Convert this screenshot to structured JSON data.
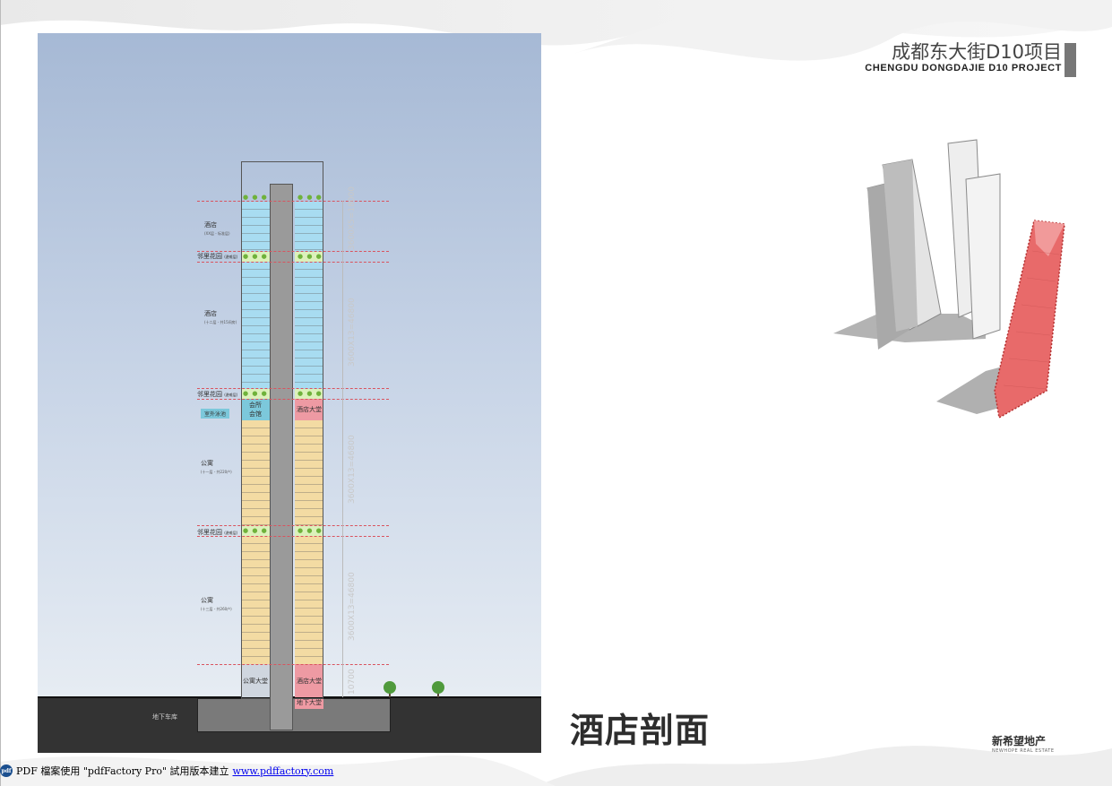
{
  "header": {
    "project_cn": "成都东大街D10项目",
    "project_en": "CHENGDU DONGDAJIE D10 PROJECT"
  },
  "section": {
    "labels": {
      "hotel_upper": "酒店",
      "hotel_upper_note": "(XX层 - 标准层)",
      "sky_garden_1": "邻里花园",
      "sky_garden_1_note": "(避难层)",
      "hotel_mid": "酒店",
      "hotel_mid_note": "(十二层 - 共15间房)",
      "sky_garden_2": "邻里花园",
      "sky_garden_2_note": "(避难层)",
      "pool": "室外泳池",
      "club": "会所\n会馆",
      "hotel_lobby_upper": "酒店大堂",
      "apt_upper": "公寓",
      "apt_upper_note": "(十一层 - 共220户)",
      "sky_garden_3": "邻里花园",
      "sky_garden_3_note": "(避难层)",
      "apt_lower": "公寓",
      "apt_lower_note": "(十三层 - 共260户)",
      "apt_lobby": "公寓大堂",
      "hotel_lobby": "酒店大堂",
      "basement_lobby": "地下大堂",
      "basement": "地下车库"
    },
    "dimensions": {
      "dim_1": "3600X5=18000",
      "dim_2": "3600X13=46800",
      "dim_3": "3600X13=46800",
      "dim_4": "3600X13=46800",
      "dim_5": "10700"
    }
  },
  "massing": {
    "highlight_color": "#e86a6a"
  },
  "page_title": "酒店剖面",
  "logo": {
    "cn": "新希望地产",
    "en": "NEWHOPE REAL ESTATE"
  },
  "footer": {
    "prefix": "PDF 檔案使用 \"pdfFactory Pro\" 試用版本建立",
    "link": "www.pdffactory.com",
    "icon_text": "pdf"
  }
}
